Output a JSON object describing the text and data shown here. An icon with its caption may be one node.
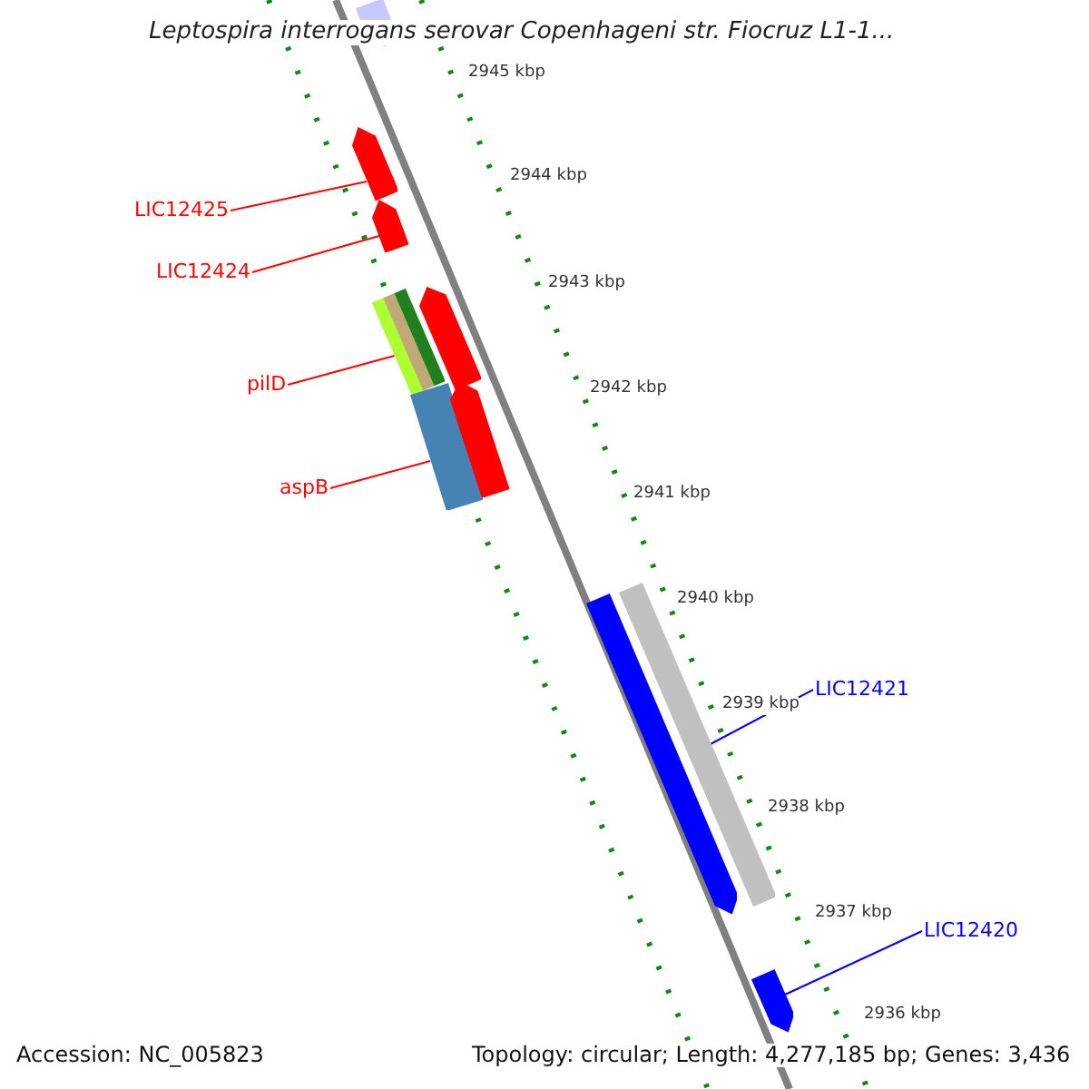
{
  "diagram": {
    "title": "Leptospira interrogans serovar Copenhageni str. Fiocruz L1-1...",
    "nodes": [
      {
        "text": [
          "LIC12425"
        ]
      },
      {
        "text": [],
        "shape": "bar"
      },
      {
        "text": [
          "LIC12424"
        ]
      },
      {
        "text": [],
        "shape": "bar"
      },
      {
        "text": [
          "pilD"
        ]
      },
      {
        "text": [],
        "shape": "bar"
      },
      {
        "text": [
          "aspB"
        ]
      },
      {
        "text": [],
        "shape": "bar"
      },
      {
        "text": [
          "LIC12421"
        ]
      },
      {
        "text": [],
        "shape": "bar"
      },
      {
        "text": [
          "LIC12420"
        ]
      },
      {
        "text": [],
        "shape": "bar"
      },
      {
        "text": [],
        "shape": "bar"
      },
      {
        "text": [],
        "shape": "bar"
      },
      {
        "text": [],
        "shape": "bar"
      },
      {
        "text": [],
        "shape": "bar"
      }
    ],
    "edges": [
      {
        "from": 0,
        "to": 1,
        "arrow": "none"
      },
      {
        "from": 2,
        "to": 3,
        "arrow": "none"
      },
      {
        "from": 4,
        "to": 5,
        "arrow": "none"
      },
      {
        "from": 6,
        "to": 7,
        "arrow": "none"
      },
      {
        "from": 8,
        "to": 9,
        "arrow": "none",
        "color": "#0000ff"
      },
      {
        "from": 10,
        "to": 11,
        "arrow": "none",
        "color": "#0000ff"
      }
    ],
    "labels": [
      "2945 kbp",
      "2944 kbp",
      "2943 kbp",
      "2942 kbp",
      "2941 kbp",
      "2940 kbp",
      "2939 kbp",
      "2938 kbp",
      "2937 kbp",
      "2936 kbp",
      "Accession: NC_005823",
      "Topology: circular; Length: 4,277,185 bp; Genes: 3,436"
    ]
  }
}
